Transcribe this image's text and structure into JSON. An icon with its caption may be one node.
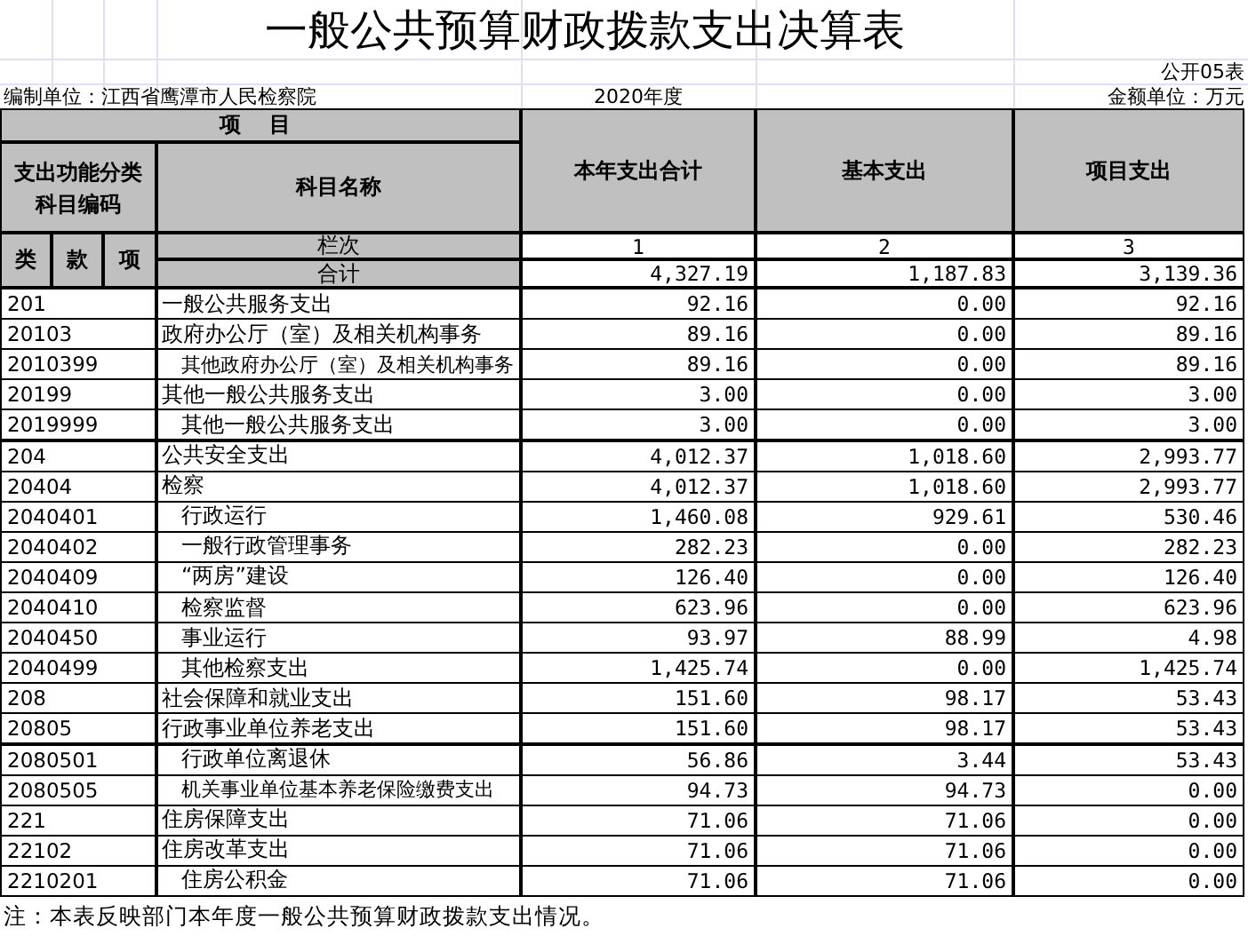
{
  "diagram": {
    "title": "一般公共预算财政拨款支出决算表",
    "labels": [
      "公开05表",
      "编制单位：江西省鹰潭市人民检察院",
      "2020年度",
      "金额单位：万元",
      "项 目",
      "支出功能分类科目编码",
      "科目名称",
      "本年支出合计",
      "基本支出",
      "项目支出",
      "类",
      "款",
      "项",
      "栏次",
      "1",
      "2",
      "3",
      "合计",
      "4,327.19",
      "1,187.83",
      "3,139.36",
      "201",
      "一般公共服务支出",
      "92.16",
      "0.00",
      "92.16",
      "20103",
      "政府办公厅（室）及相关机构事务",
      "89.16",
      "0.00",
      "89.16",
      "2010399",
      "其他政府办公厅（室）及相关机构事务",
      "89.16",
      "0.00",
      "89.16",
      "20199",
      "其他一般公共服务支出",
      "3.00",
      "0.00",
      "3.00",
      "2019999",
      "其他一般公共服务支出",
      "3.00",
      "0.00",
      "3.00",
      "204",
      "公共安全支出",
      "4,012.37",
      "1,018.60",
      "2,993.77",
      "20404",
      "检察",
      "4,012.37",
      "1,018.60",
      "2,993.77",
      "2040401",
      "行政运行",
      "1,460.08",
      "929.61",
      "530.46",
      "2040402",
      "一般行政管理事务",
      "282.23",
      "0.00",
      "282.23",
      "2040409",
      "“两房”建设",
      "126.40",
      "0.00",
      "126.40",
      "2040410",
      "检察监督",
      "623.96",
      "0.00",
      "623.96",
      "2040450",
      "事业运行",
      "93.97",
      "88.99",
      "4.98",
      "2040499",
      "其他检察支出",
      "1,425.74",
      "0.00",
      "1,425.74",
      "208",
      "社会保障和就业支出",
      "151.60",
      "98.17",
      "53.43",
      "20805",
      "行政事业单位养老支出",
      "151.60",
      "98.17",
      "53.43",
      "2080501",
      "行政单位离退休",
      "56.86",
      "3.44",
      "53.43",
      "2080505",
      "机关事业单位基本养老保险缴费支出",
      "94.73",
      "94.73",
      "0.00",
      "221",
      "住房保障支出",
      "71.06",
      "71.06",
      "0.00",
      "22102",
      "住房改革支出",
      "71.06",
      "71.06",
      "0.00",
      "2210201",
      "住房公积金",
      "71.06",
      "71.06",
      "0.00",
      "注：本表反映部门本年度一般公共预算财政拨款支出情况。"
    ]
  }
}
